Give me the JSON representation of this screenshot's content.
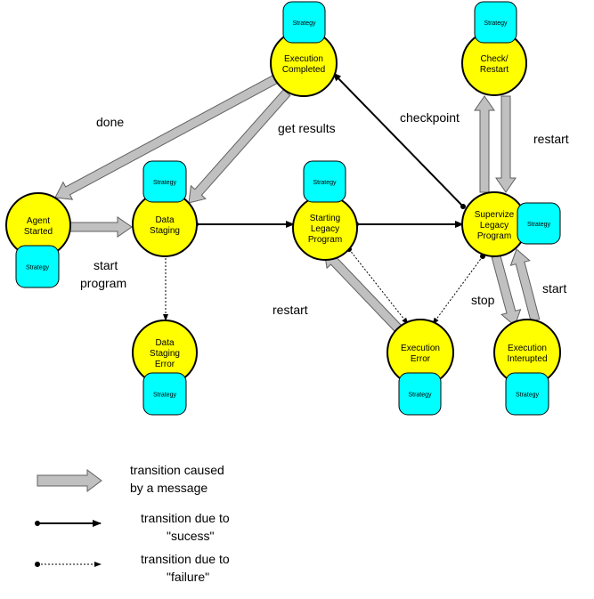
{
  "states": {
    "agent_started": [
      "Agent",
      "Started"
    ],
    "data_staging": [
      "Data",
      "Staging"
    ],
    "data_staging_error": [
      "Data",
      "Staging",
      "Error"
    ],
    "execution_completed": [
      "Execution",
      "Completed"
    ],
    "starting_legacy_program": [
      "Starting",
      "Legacy",
      "Program"
    ],
    "execution_error": [
      "Execution",
      "Error"
    ],
    "check_restart": [
      "Check/",
      "Restart"
    ],
    "supervize_legacy_program": [
      "Supervize",
      "Legacy",
      "Program"
    ],
    "execution_interupted": [
      "Execution",
      "Interupted"
    ]
  },
  "strategy_label": "Strategy",
  "edge_labels": {
    "done": "done",
    "get_results": "get results",
    "checkpoint": "checkpoint",
    "restart_top": "restart",
    "start_program": [
      "start",
      "program"
    ],
    "restart_left": "restart",
    "stop": "stop",
    "start": "start"
  },
  "legend": {
    "message": [
      "transition caused",
      "by a message"
    ],
    "success": [
      "transition due to",
      "\"sucess\""
    ],
    "failure": [
      "transition due to",
      "\"failure\""
    ]
  },
  "colors": {
    "state_fill": "#ffff00",
    "strategy_fill": "#00ffff",
    "message_arrow_fill": "#c0c0c0"
  }
}
